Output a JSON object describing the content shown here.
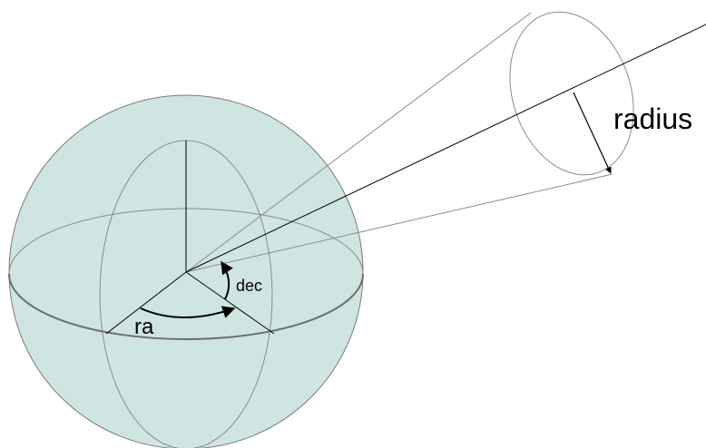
{
  "labels": {
    "radius": "radius",
    "ra": "ra",
    "dec": "dec"
  },
  "colors": {
    "sphere_fill": "#cfe5e1",
    "sphere_stroke": "#7a7a7a",
    "cone_stroke": "#8c8c8c",
    "line": "#000000"
  }
}
